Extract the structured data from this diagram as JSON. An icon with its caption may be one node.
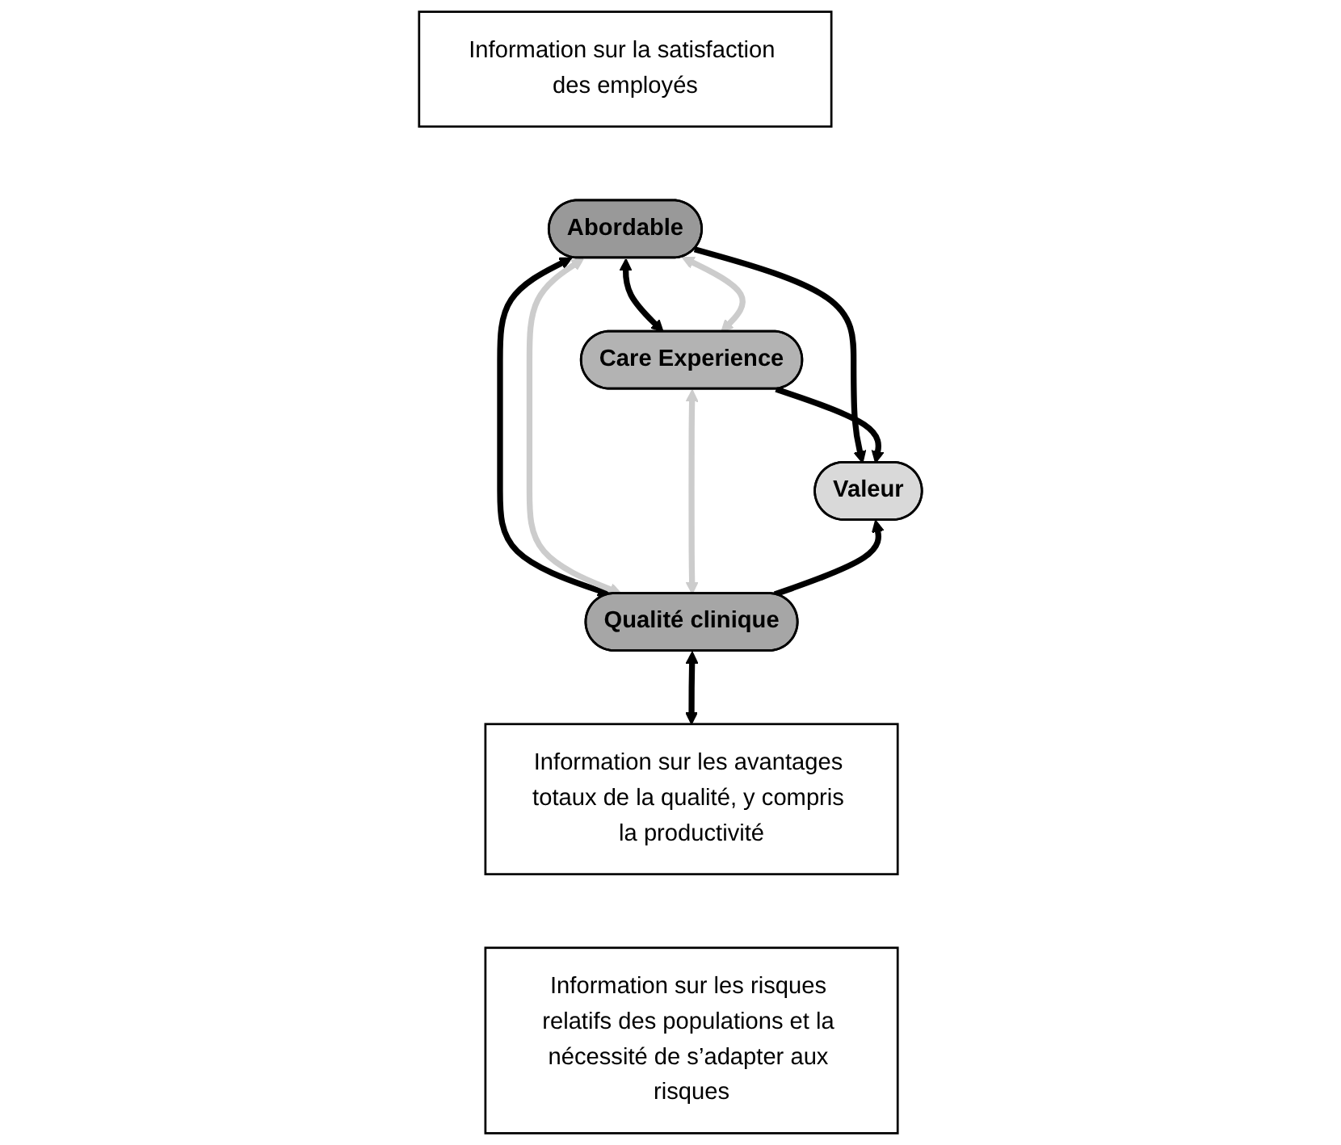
{
  "diagram": {
    "nodes": [
      {
        "text": [
          "Information sur la satisfaction des employés"
        ]
      },
      {
        "text": [
          "Abordable"
        ]
      },
      {
        "text": [
          "Care Experience"
        ]
      },
      {
        "text": [
          "Valeur"
        ]
      },
      {
        "text": [
          "Qualité clinique"
        ]
      },
      {
        "text": [
          "Information sur les avantages totaux de la qualité, y compris la productivité"
        ]
      },
      {
        "text": [
          "Information sur les risques relatifs des populations et la nécessité de s’adapter aux risques"
        ]
      }
    ],
    "edges": [
      {
        "from": 1,
        "to": 2,
        "arrow": "both"
      },
      {
        "from": 1,
        "to": 4,
        "arrow": "both"
      },
      {
        "from": 4,
        "to": 5,
        "arrow": "both"
      },
      {
        "from": 1,
        "to": 2,
        "arrow": "both",
        "color": "#cccccc"
      },
      {
        "from": 1,
        "to": 3,
        "arrow": "to"
      },
      {
        "from": 2,
        "to": 3,
        "arrow": "to"
      },
      {
        "from": 1,
        "to": 4,
        "arrow": "both",
        "color": "#cccccc"
      },
      {
        "from": 2,
        "to": 4,
        "arrow": "both",
        "color": "#cccccc"
      },
      {
        "from": 4,
        "to": 3,
        "arrow": "to"
      }
    ]
  }
}
